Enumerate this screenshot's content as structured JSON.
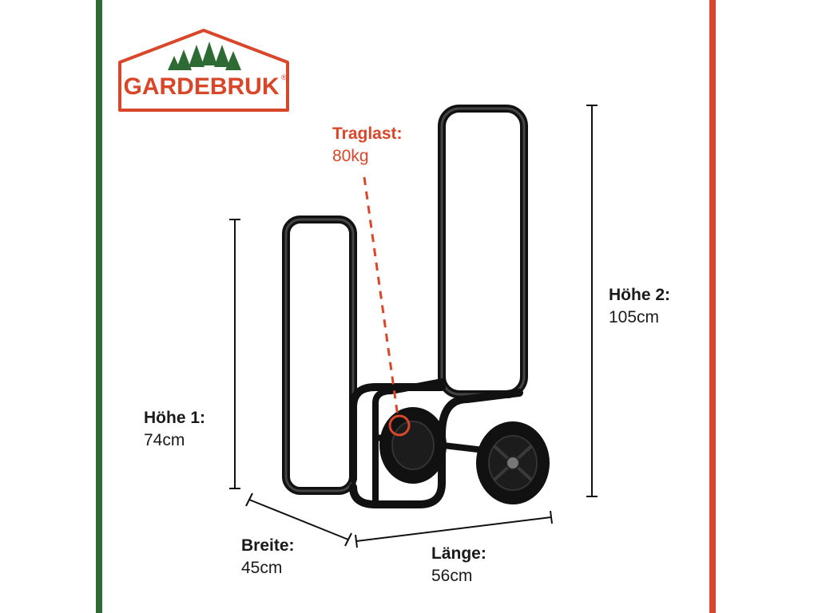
{
  "brand": {
    "name": "GARDEBRUK",
    "registered": "®",
    "colors": {
      "green": "#2e6b34",
      "red": "#d9472b"
    }
  },
  "dimensions": {
    "hoehe1": {
      "label": "Höhe 1:",
      "value": "74cm"
    },
    "hoehe2": {
      "label": "Höhe 2:",
      "value": "105cm"
    },
    "breite": {
      "label": "Breite:",
      "value": "45cm"
    },
    "laenge": {
      "label": "Länge:",
      "value": "56cm"
    },
    "traglast": {
      "label": "Traglast:",
      "value": "80kg"
    }
  },
  "product": {
    "icon": "firewood-cart-icon"
  }
}
